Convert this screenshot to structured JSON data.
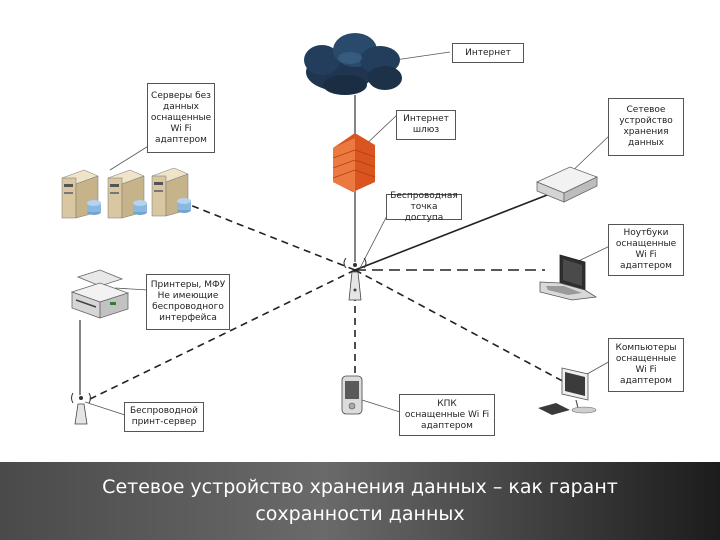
{
  "labels": {
    "internet": "Интернет",
    "servers": "Серверы без\nданных\nоснащенные\nWi Fi\nадаптером",
    "gateway": "Интернет\nшлюз",
    "storage": "Сетевое\nустройство\nхранения\nданных",
    "access_point": "Беспроводная\nточка доступа",
    "laptops": "Ноутбуки\nоснащенные\nWi Fi\nадаптером",
    "printers": "Принтеры, МФУ\nНе имеющие\nбеспроводного\nинтерфейса",
    "computers": "Компьютеры\nоснащенные\nWi Fi\nадаптером",
    "print_server": "Беспроводной\nпринт-сервер",
    "pda": "КПК\nоснащенные Wi Fi\nадаптером"
  },
  "caption": "Сетевое устройство хранения данных – как гарант\nсохранности данных",
  "colors": {
    "cloud": "#1f3550",
    "firewall": "#e06a2c",
    "caption_bg": "#555555"
  }
}
